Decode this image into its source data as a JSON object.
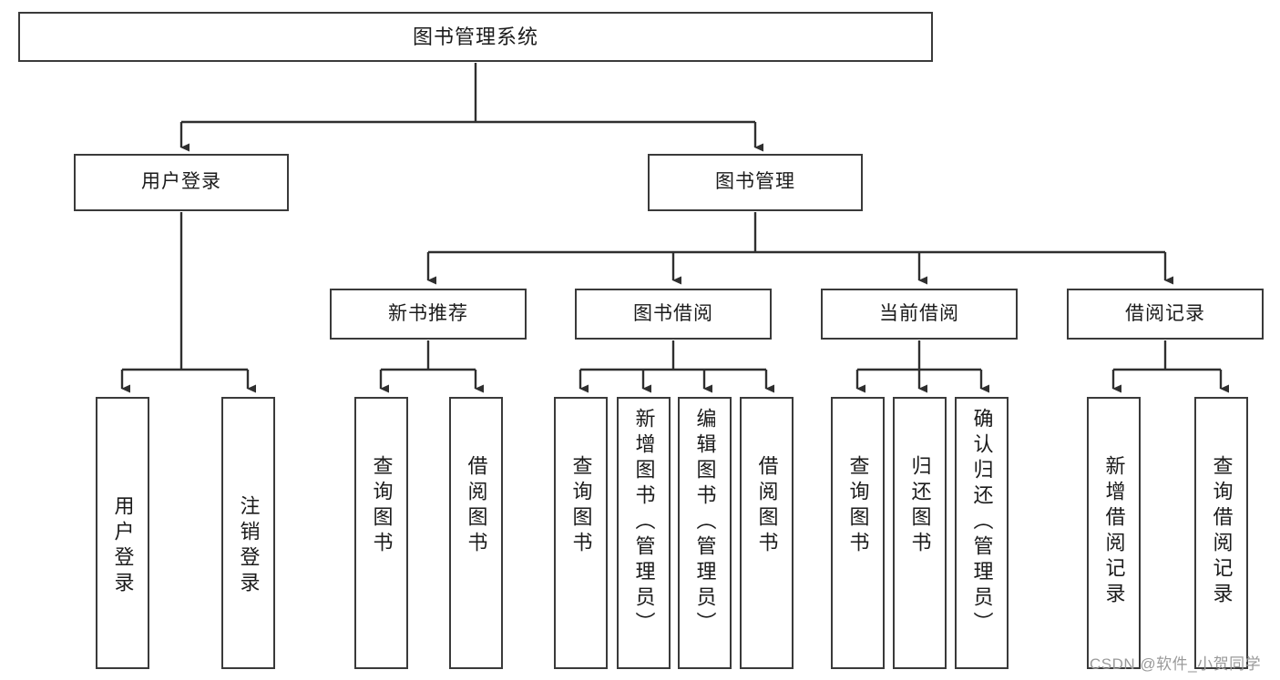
{
  "diagram": {
    "type": "tree",
    "title": "图书管理系统",
    "root": {
      "label": "图书管理系统"
    },
    "level2": [
      {
        "label": "用户登录"
      },
      {
        "label": "图书管理"
      }
    ],
    "level3": [
      {
        "label": "新书推荐"
      },
      {
        "label": "图书借阅"
      },
      {
        "label": "当前借阅"
      },
      {
        "label": "借阅记录"
      }
    ],
    "leaves": {
      "user_login": [
        {
          "label": "用户登录"
        },
        {
          "label": "注销登录"
        }
      ],
      "new_book_recommend": [
        {
          "label": "查询图书"
        },
        {
          "label": "借阅图书"
        }
      ],
      "book_borrow": [
        {
          "label": "查询图书"
        },
        {
          "label": "新增图书（管理员）"
        },
        {
          "label": "编辑图书（管理员）"
        },
        {
          "label": "借阅图书"
        }
      ],
      "current_borrow": [
        {
          "label": "查询图书"
        },
        {
          "label": "归还图书"
        },
        {
          "label": "确认归还（管理员）"
        }
      ],
      "borrow_record": [
        {
          "label": "新增借阅记录"
        },
        {
          "label": "查询借阅记录"
        }
      ]
    }
  },
  "watermark": {
    "text": "CSDN @软件_小贺同学"
  },
  "colors": {
    "box_border": "#3a3a3a",
    "box_fill": "#ffffff",
    "text": "#1b1b1b",
    "edge": "#2f2f2f",
    "watermark": "#9a9a9a"
  }
}
